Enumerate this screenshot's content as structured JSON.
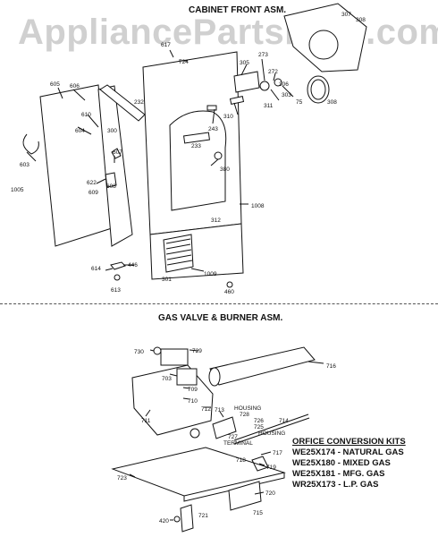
{
  "watermark": "AppliancePartsPros.com",
  "sections": {
    "top_title": "CABINET FRONT ASM.",
    "bottom_title": "GAS VALVE & BURNER ASM."
  },
  "top_labels": {
    "l307": "307",
    "l308": "308",
    "l617": "617",
    "l724": "724",
    "l305": "305",
    "l273": "273",
    "l272": "272",
    "l306": "306",
    "l75": "75",
    "l311": "311",
    "l303": "303",
    "l308b": "308",
    "l605": "605",
    "l606": "606",
    "l232": "232",
    "l610": "610",
    "l604": "604",
    "l300": "300",
    "l310": "310",
    "l243": "243",
    "l233": "233",
    "l603": "603",
    "l607": "607",
    "l380": "380",
    "l622": "622",
    "l609": "609",
    "l608": "608",
    "l1005": "1005",
    "l1008": "1008",
    "l312": "312",
    "l614": "614",
    "l446": "446",
    "l613": "613",
    "l301": "301",
    "l1009": "1009",
    "l460": "460"
  },
  "bottom_labels": {
    "l730": "730",
    "l729": "729",
    "l716": "716",
    "l703": "703",
    "l709": "709",
    "l710": "710",
    "l711": "711",
    "l712": "712",
    "l713": "713",
    "l728": "728",
    "l726": "726",
    "l725": "725",
    "l714": "714",
    "l727": "727",
    "l717": "717",
    "l718": "718",
    "l719": "719",
    "l723": "723",
    "l720": "720",
    "l420": "420",
    "l721": "721",
    "l715": "715",
    "housing1": "HOUSING",
    "housing2": "HOUSING",
    "terminal": "TERMINAL"
  },
  "orifice_kits": {
    "heading": "ORFICE CONVERSION KITS",
    "items": [
      "WE25X174 - NATURAL GAS",
      "WE25X180 - MIXED GAS",
      "WE25X181 - MFG. GAS",
      "WR25X173 - L.P. GAS"
    ]
  }
}
